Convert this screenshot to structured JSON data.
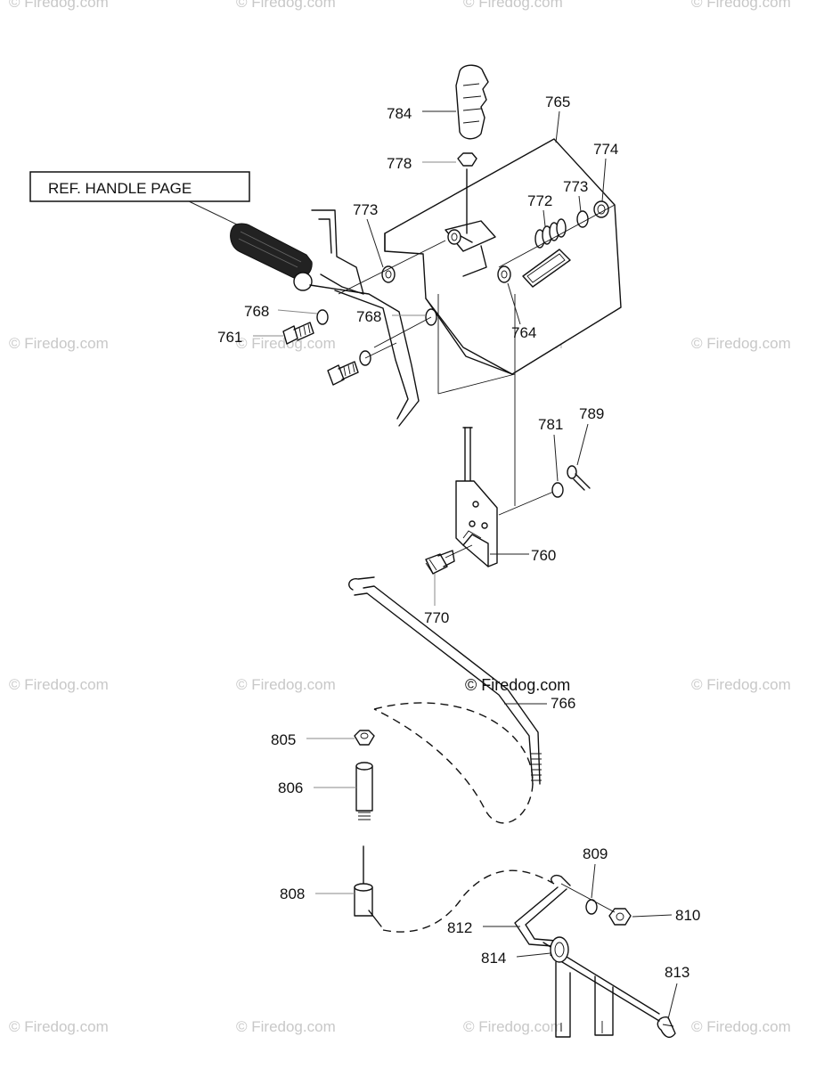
{
  "watermark": {
    "text": "© Firedog.com"
  },
  "reference_box": {
    "text": "REF. HANDLE PAGE"
  },
  "callouts": [
    {
      "id": "784",
      "text": "784"
    },
    {
      "id": "765",
      "text": "765"
    },
    {
      "id": "778",
      "text": "778"
    },
    {
      "id": "774",
      "text": "774"
    },
    {
      "id": "773a",
      "text": "773"
    },
    {
      "id": "773b",
      "text": "773"
    },
    {
      "id": "772",
      "text": "772"
    },
    {
      "id": "768a",
      "text": "768"
    },
    {
      "id": "768b",
      "text": "768"
    },
    {
      "id": "764",
      "text": "764"
    },
    {
      "id": "761",
      "text": "761"
    },
    {
      "id": "781",
      "text": "781"
    },
    {
      "id": "789",
      "text": "789"
    },
    {
      "id": "760",
      "text": "760"
    },
    {
      "id": "770",
      "text": "770"
    },
    {
      "id": "766",
      "text": "766"
    },
    {
      "id": "805",
      "text": "805"
    },
    {
      "id": "806",
      "text": "806"
    },
    {
      "id": "808",
      "text": "808"
    },
    {
      "id": "809",
      "text": "809"
    },
    {
      "id": "810",
      "text": "810"
    },
    {
      "id": "812",
      "text": "812"
    },
    {
      "id": "814",
      "text": "814"
    },
    {
      "id": "813",
      "text": "813"
    }
  ]
}
